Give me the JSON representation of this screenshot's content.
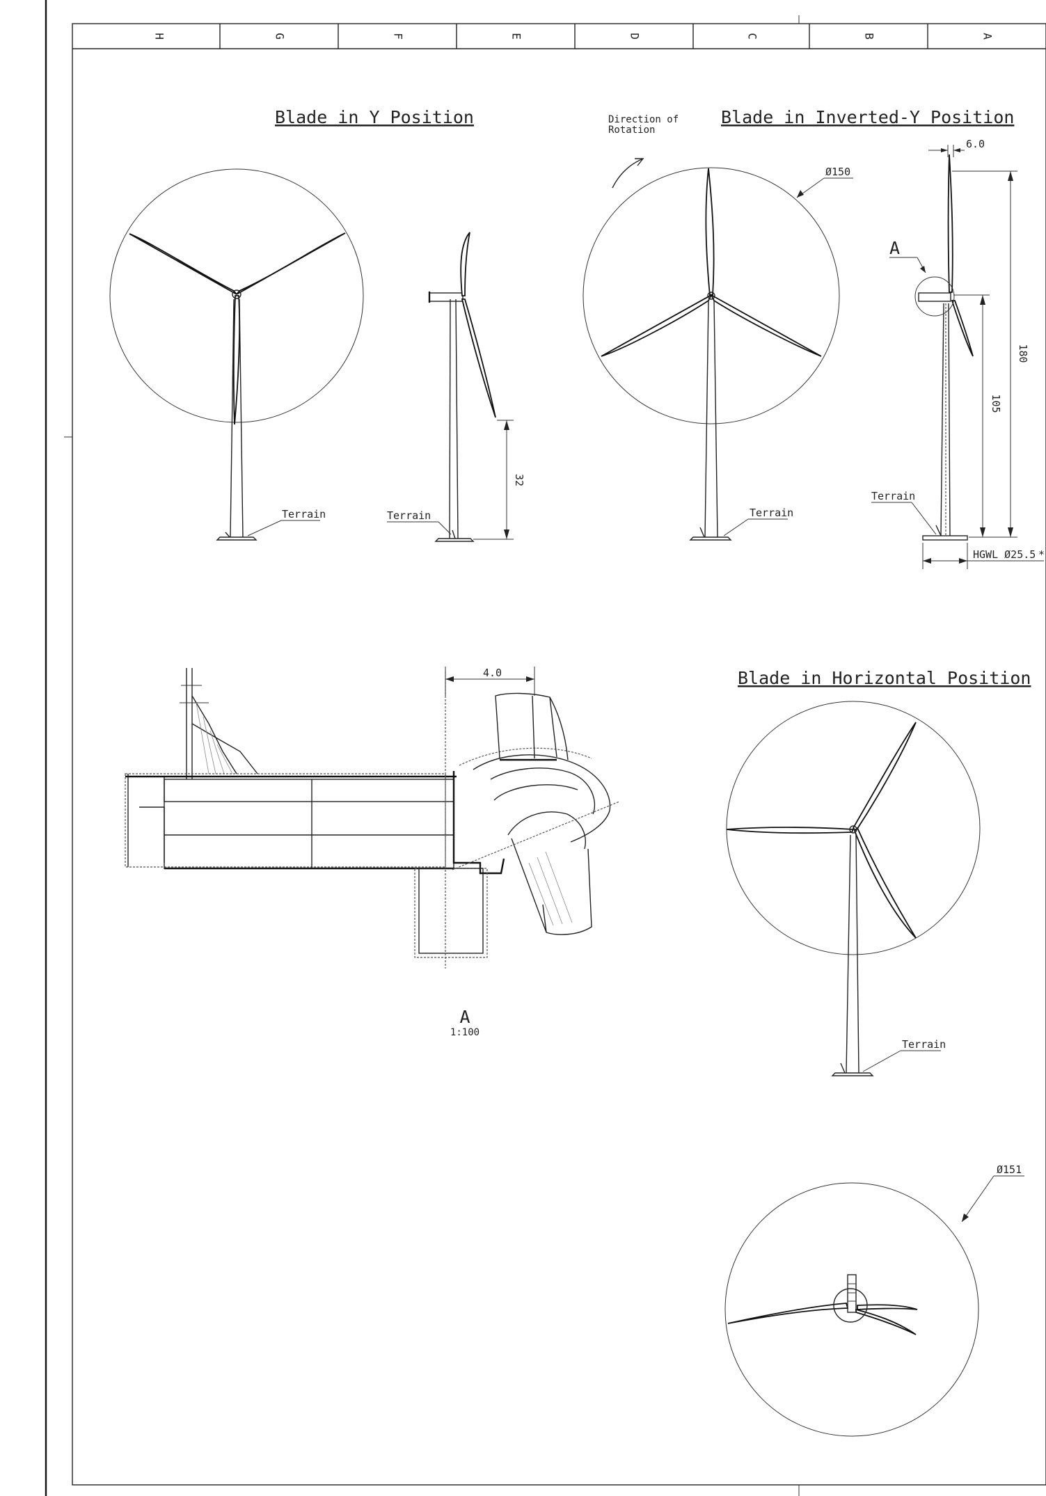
{
  "sheet": {
    "zones": [
      "H",
      "G",
      "F",
      "E",
      "D",
      "C",
      "B",
      "A"
    ]
  },
  "views": {
    "y_position": {
      "title": "Blade in Y Position"
    },
    "inverted_y_position": {
      "title": "Blade in Inverted-Y Position"
    },
    "horizontal_position": {
      "title": "Blade in Horizontal Position"
    }
  },
  "annotations": {
    "terrain": "Terrain",
    "direction_of_rotation_line1": "Direction of",
    "direction_of_rotation_line2": "Rotation",
    "detail_marker": "A"
  },
  "dimensions": {
    "rotor_diameter": "Ø150",
    "rotor_diameter_top": "Ø151",
    "blade_offset": "6.0",
    "tip_height": "180",
    "hub_height": "105",
    "ground_clearance": "32",
    "foundation": "HGWL Ø25.5",
    "foundation_suffix": "*",
    "detail_offset": "4.0"
  },
  "detail": {
    "label": "A",
    "scale": "1:100"
  }
}
